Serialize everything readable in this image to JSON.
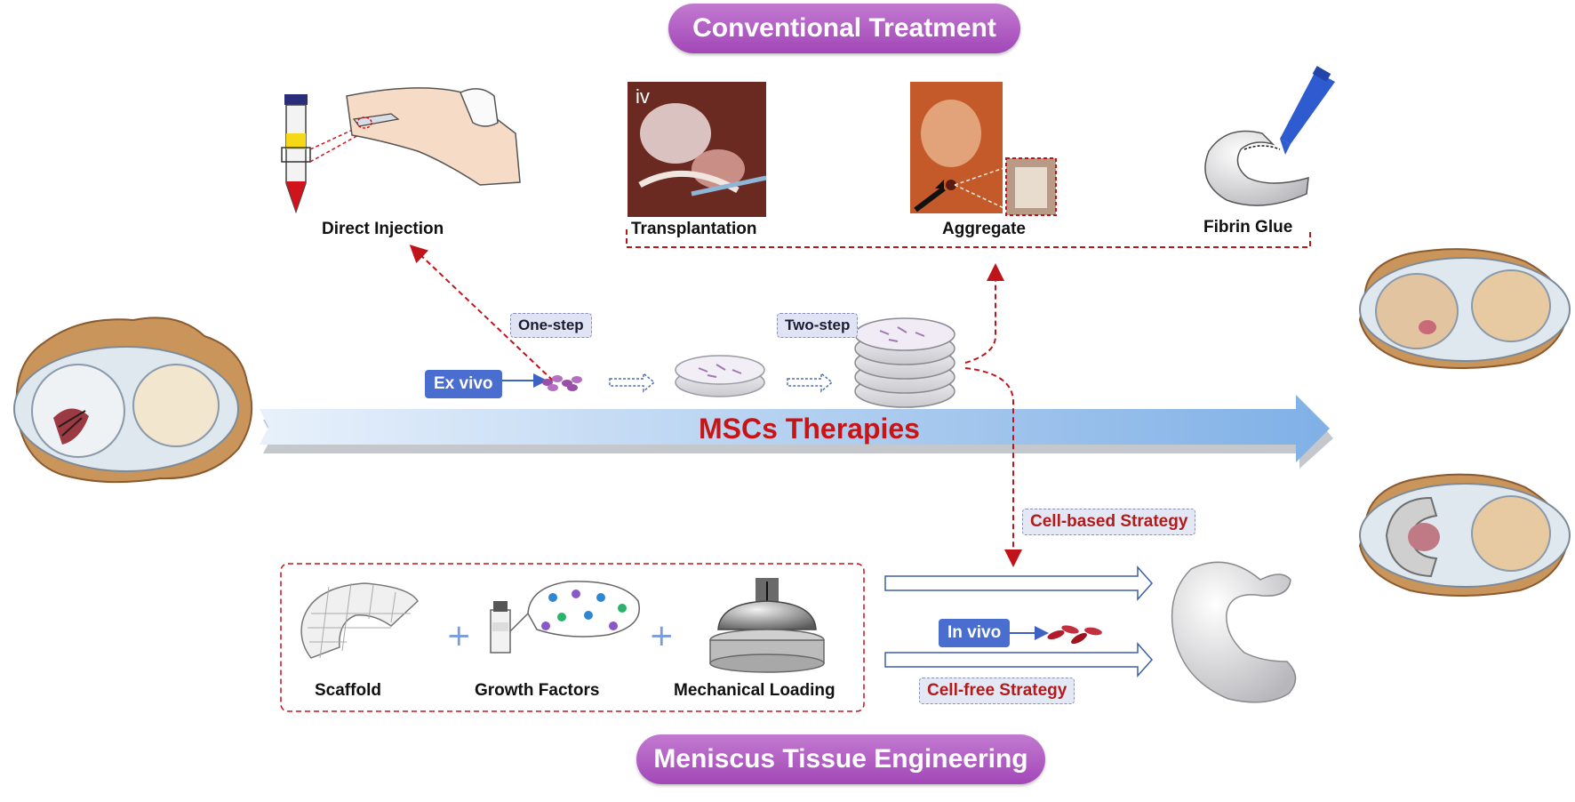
{
  "titles": {
    "top": "Conventional Treatment",
    "bottom": "Meniscus Tissue Engineering",
    "central": "MSCs Therapies"
  },
  "treatments": {
    "injection": "Direct Injection",
    "transplantation": "Transplantation",
    "transplantation_panel": "iv",
    "aggregate": "Aggregate",
    "fibrin": "Fibrin Glue"
  },
  "steps": {
    "one_step": "One-step",
    "two_step": "Two-step",
    "ex_vivo": "Ex vivo",
    "in_vivo": "In vivo"
  },
  "strategies": {
    "cell_based": "Cell-based Strategy",
    "cell_free": "Cell-free Strategy"
  },
  "engineering": {
    "scaffold": "Scaffold",
    "growth_factors": "Growth Factors",
    "mechanical_loading": "Mechanical Loading"
  },
  "colors": {
    "pill": "#a94dbe",
    "arrow": "#9cc2ec",
    "central_text": "#c81414",
    "dashed_red": "#c0141b",
    "button": "#4a6ed0"
  }
}
